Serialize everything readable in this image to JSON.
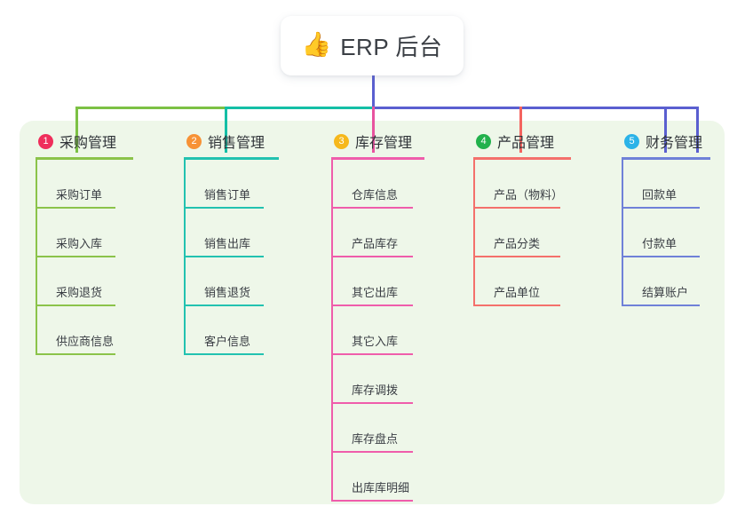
{
  "title": {
    "icon": "thumbs-up-icon",
    "icon_glyph": "👍",
    "text": "ERP 后台"
  },
  "colors": {
    "panel_bg": "#eef7e9",
    "page_bg": "#ffffff",
    "card_bg": "#ffffff",
    "title_text": "#3b3f45",
    "trunk": "#5a5fd0",
    "branches": [
      "#7cc144",
      "#14bfa6",
      "#e8539f",
      "#f4645f",
      "#5a5fd0"
    ]
  },
  "columns": [
    {
      "number": "1",
      "label": "采购管理",
      "badge_color": "#ef2e5b",
      "line_color": "#8bc34a",
      "connector_color": "#7cc144",
      "items": [
        {
          "label": "采购订单"
        },
        {
          "label": "采购入库"
        },
        {
          "label": "采购退货"
        },
        {
          "label": "供应商信息"
        }
      ]
    },
    {
      "number": "2",
      "label": "销售管理",
      "badge_color": "#f79236",
      "line_color": "#22c2b0",
      "connector_color": "#14bfa6",
      "items": [
        {
          "label": "销售订单"
        },
        {
          "label": "销售出库"
        },
        {
          "label": "销售退货"
        },
        {
          "label": "客户信息"
        }
      ]
    },
    {
      "number": "3",
      "label": "库存管理",
      "badge_color": "#f6b81c",
      "line_color": "#ef5dab",
      "connector_color": "#e8539f",
      "items": [
        {
          "label": "仓库信息"
        },
        {
          "label": "产品库存"
        },
        {
          "label": "其它出库"
        },
        {
          "label": "其它入库"
        },
        {
          "label": "库存调拨"
        },
        {
          "label": "库存盘点"
        },
        {
          "label": "出库库明细"
        }
      ]
    },
    {
      "number": "4",
      "label": "产品管理",
      "badge_color": "#22b14c",
      "line_color": "#f4706b",
      "connector_color": "#f4645f",
      "items": [
        {
          "label": "产品（物料）"
        },
        {
          "label": "产品分类"
        },
        {
          "label": "产品单位"
        }
      ]
    },
    {
      "number": "5",
      "label": "财务管理",
      "badge_color": "#2bb3e8",
      "line_color": "#6f81d8",
      "connector_color": "#5a5fd0",
      "items": [
        {
          "label": "回款单"
        },
        {
          "label": "付款单"
        },
        {
          "label": "结算账户"
        }
      ]
    }
  ]
}
